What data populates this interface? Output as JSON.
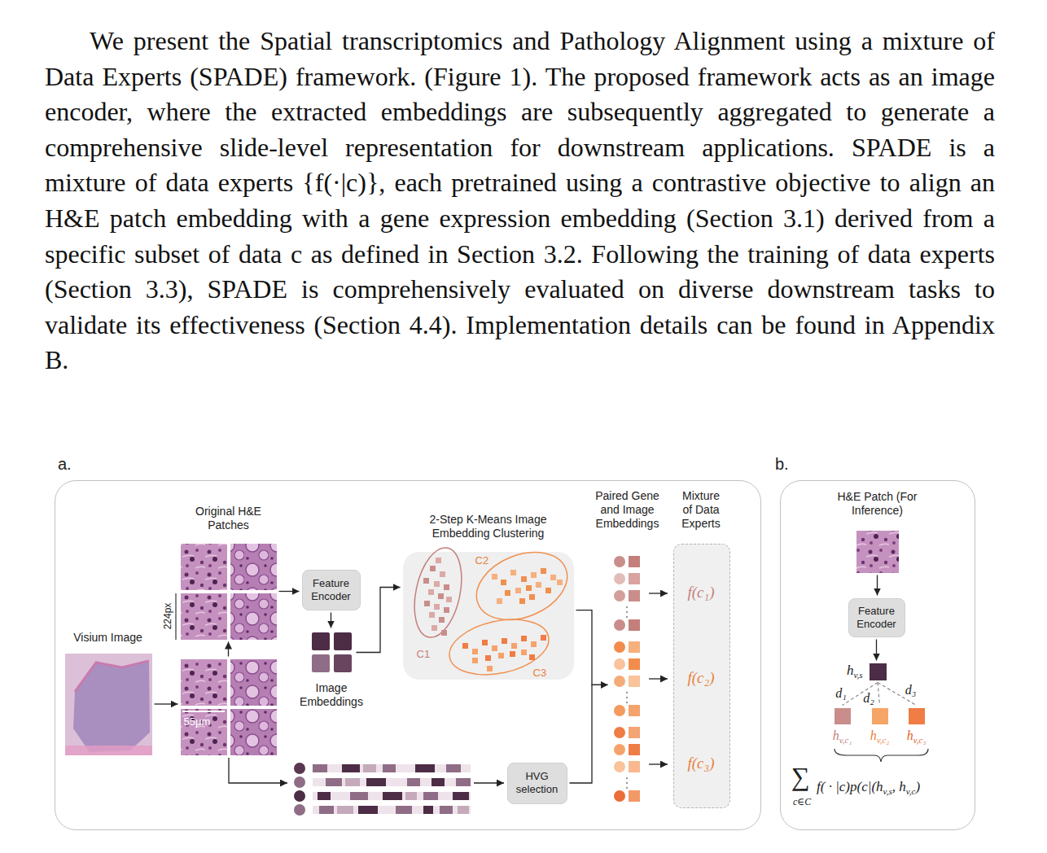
{
  "diagram": {
    "nodes": [
      {
        "text": [
          "a."
        ]
      },
      {
        "text": [
          "Visium Image"
        ],
        "in": 0
      },
      {
        "text": [
          "55μm"
        ],
        "in": 0
      },
      {
        "text": [
          "Original H&E Patches"
        ],
        "in": 0
      },
      {
        "text": [
          "Feature Encoder"
        ],
        "in": 0
      },
      {
        "text": [
          "Image Embeddings"
        ],
        "in": 0
      },
      {
        "text": [
          "2-Step K-Means Image Embedding Clustering"
        ],
        "in": 0
      },
      {
        "text": [
          "C1"
        ],
        "in": 6
      },
      {
        "text": [
          "C2"
        ],
        "in": 6
      },
      {
        "text": [
          "C3"
        ],
        "in": 6
      },
      {
        "text": [
          "HVG selection"
        ],
        "in": 0
      },
      {
        "text": [
          "Paired Gene and Image Embeddings"
        ],
        "in": 0
      },
      {
        "text": [
          "Mixture of Data Experts"
        ],
        "in": 0
      },
      {
        "text": [
          "f(c₁)"
        ],
        "in": 12
      },
      {
        "text": [
          "f(c₂)"
        ],
        "in": 12
      },
      {
        "text": [
          "f(c₃)"
        ],
        "in": 12
      },
      {
        "text": [
          "b."
        ]
      },
      {
        "text": [
          "H&E Patch (For Inference)"
        ],
        "in": 16
      },
      {
        "text": [
          "Feature Encoder"
        ],
        "in": 16
      },
      {
        "text": [
          "h",
          "v,s"
        ],
        "in": 16
      },
      {
        "text": [
          "h",
          "v,c₁"
        ],
        "in": 16
      },
      {
        "text": [
          "h",
          "v,c₂"
        ],
        "in": 16
      },
      {
        "text": [
          "h",
          "v,c₃"
        ],
        "in": 16
      }
    ],
    "edges": [
      {
        "from": 1,
        "to": 2,
        "arrow": "to"
      },
      {
        "from": 2,
        "to": 3,
        "arrow": "to"
      },
      {
        "from": 3,
        "to": 4,
        "arrow": "to"
      },
      {
        "from": 4,
        "to": 5,
        "arrow": "to"
      },
      {
        "from": 5,
        "to": 6,
        "arrow": "to"
      },
      {
        "from": 6,
        "to": 11,
        "arrow": "to"
      },
      {
        "from": 10,
        "to": 11,
        "arrow": "to"
      },
      {
        "from": 17,
        "to": 18,
        "arrow": "to"
      },
      {
        "from": 18,
        "to": 19,
        "arrow": "to"
      },
      {
        "from": 19,
        "to": 20,
        "arrow": "none",
        "label": "d₁"
      },
      {
        "from": 19,
        "to": 21,
        "arrow": "none",
        "label": "d₂"
      },
      {
        "from": 19,
        "to": 22,
        "arrow": "none",
        "label": "d₃"
      }
    ],
    "labels": [
      "We present the Spatial transcriptomics and Pathology Alignment using a mixture of Data Experts (SPADE) framework. (Figure 1). The proposed framework acts as an image encoder, where the extracted embeddings are subsequently aggregated to generate a comprehensive slide-level representation for downstream applications. SPADE is a mixture of data experts {f(·|c)}, each pretrained using a contrastive objective to align an H&E patch embedding with a gene expression embedding (Section 3.1) derived from a specific subset of data c as defined in Section 3.2. Following the training of data experts (Section 3.3), SPADE is comprehensively evaluated on diverse downstream tasks to validate its effectiveness (Section 4.4). Implementation details can be found in Appendix B.",
      "224px",
      "∑",
      "c∈C",
      "f( · |c)p(c|(h",
      "v,s",
      ", h",
      "v,c",
      ")"
    ]
  }
}
